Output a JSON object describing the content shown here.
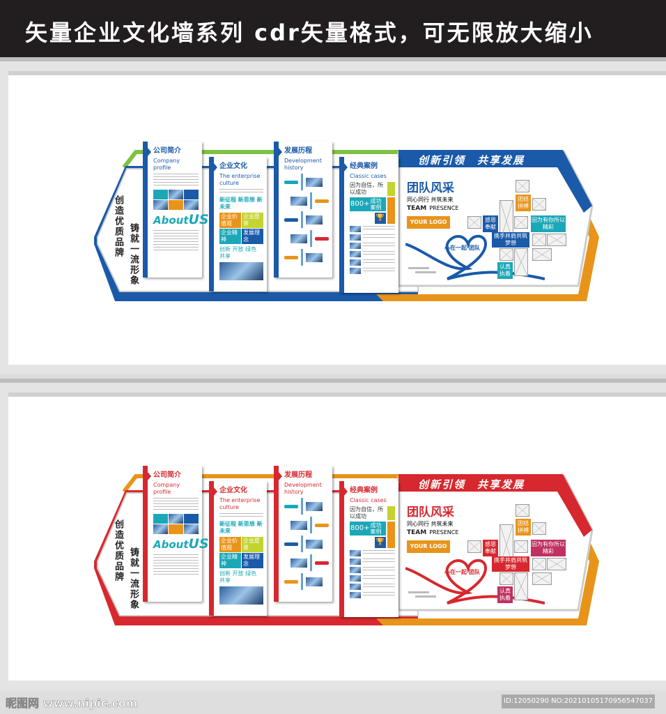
{
  "header": {
    "title": "矢量企业文化墙系列 cdr矢量格式，可无限放大缩小"
  },
  "colors": {
    "blue": "#1a5aa8",
    "red": "#d7282f",
    "orange": "#e8941a",
    "green": "#7dc242",
    "teal": "#1aa8b8",
    "lime": "#c3d330"
  },
  "wall": {
    "slogan_left": "创造优质品牌",
    "slogan_right": "铸就一流形象",
    "profile": {
      "title": "公司简介",
      "subtitle": "Company profile",
      "about": "About",
      "us": "US"
    },
    "culture": {
      "title": "企业文化",
      "subtitle": "The enterprise culture",
      "motto": "新征程 新思想 新未来",
      "tiles": [
        "企业价值观",
        "企业愿景",
        "企业精神",
        "发展理念"
      ],
      "values": "创新 开放 绿色 共享"
    },
    "history": {
      "title": "发展历程",
      "subtitle": "Development history"
    },
    "cases": {
      "title": "经典案例",
      "subtitle": "Classic cases",
      "quote": "因为自信，所以成功",
      "count": "800+",
      "count_label": "成功案例",
      "trophy_icon": "trophy-icon"
    },
    "team": {
      "banner": "创新引领　共享发展",
      "title": "团队风采",
      "tagline": "同心同行 共筑未来",
      "team_en": "TEAM",
      "presence": "PRESENCE",
      "logo": "YOUR LOGO",
      "heart_text": "心在一起·团队",
      "boxes": [
        "团结拼搏",
        "感恩奉献",
        "因为有你所以精彩",
        "携手并肩共筑梦想",
        "认真执着"
      ]
    }
  },
  "variants": [
    {
      "name": "blue",
      "accent": "#1a5aa8",
      "top": "#7dc242"
    },
    {
      "name": "red",
      "accent": "#d7282f",
      "top": "#e8941a"
    }
  ],
  "watermark": {
    "logo": "昵图网 www.nipic.com",
    "id": "ID:12050290 NO:20210105170956547037"
  }
}
